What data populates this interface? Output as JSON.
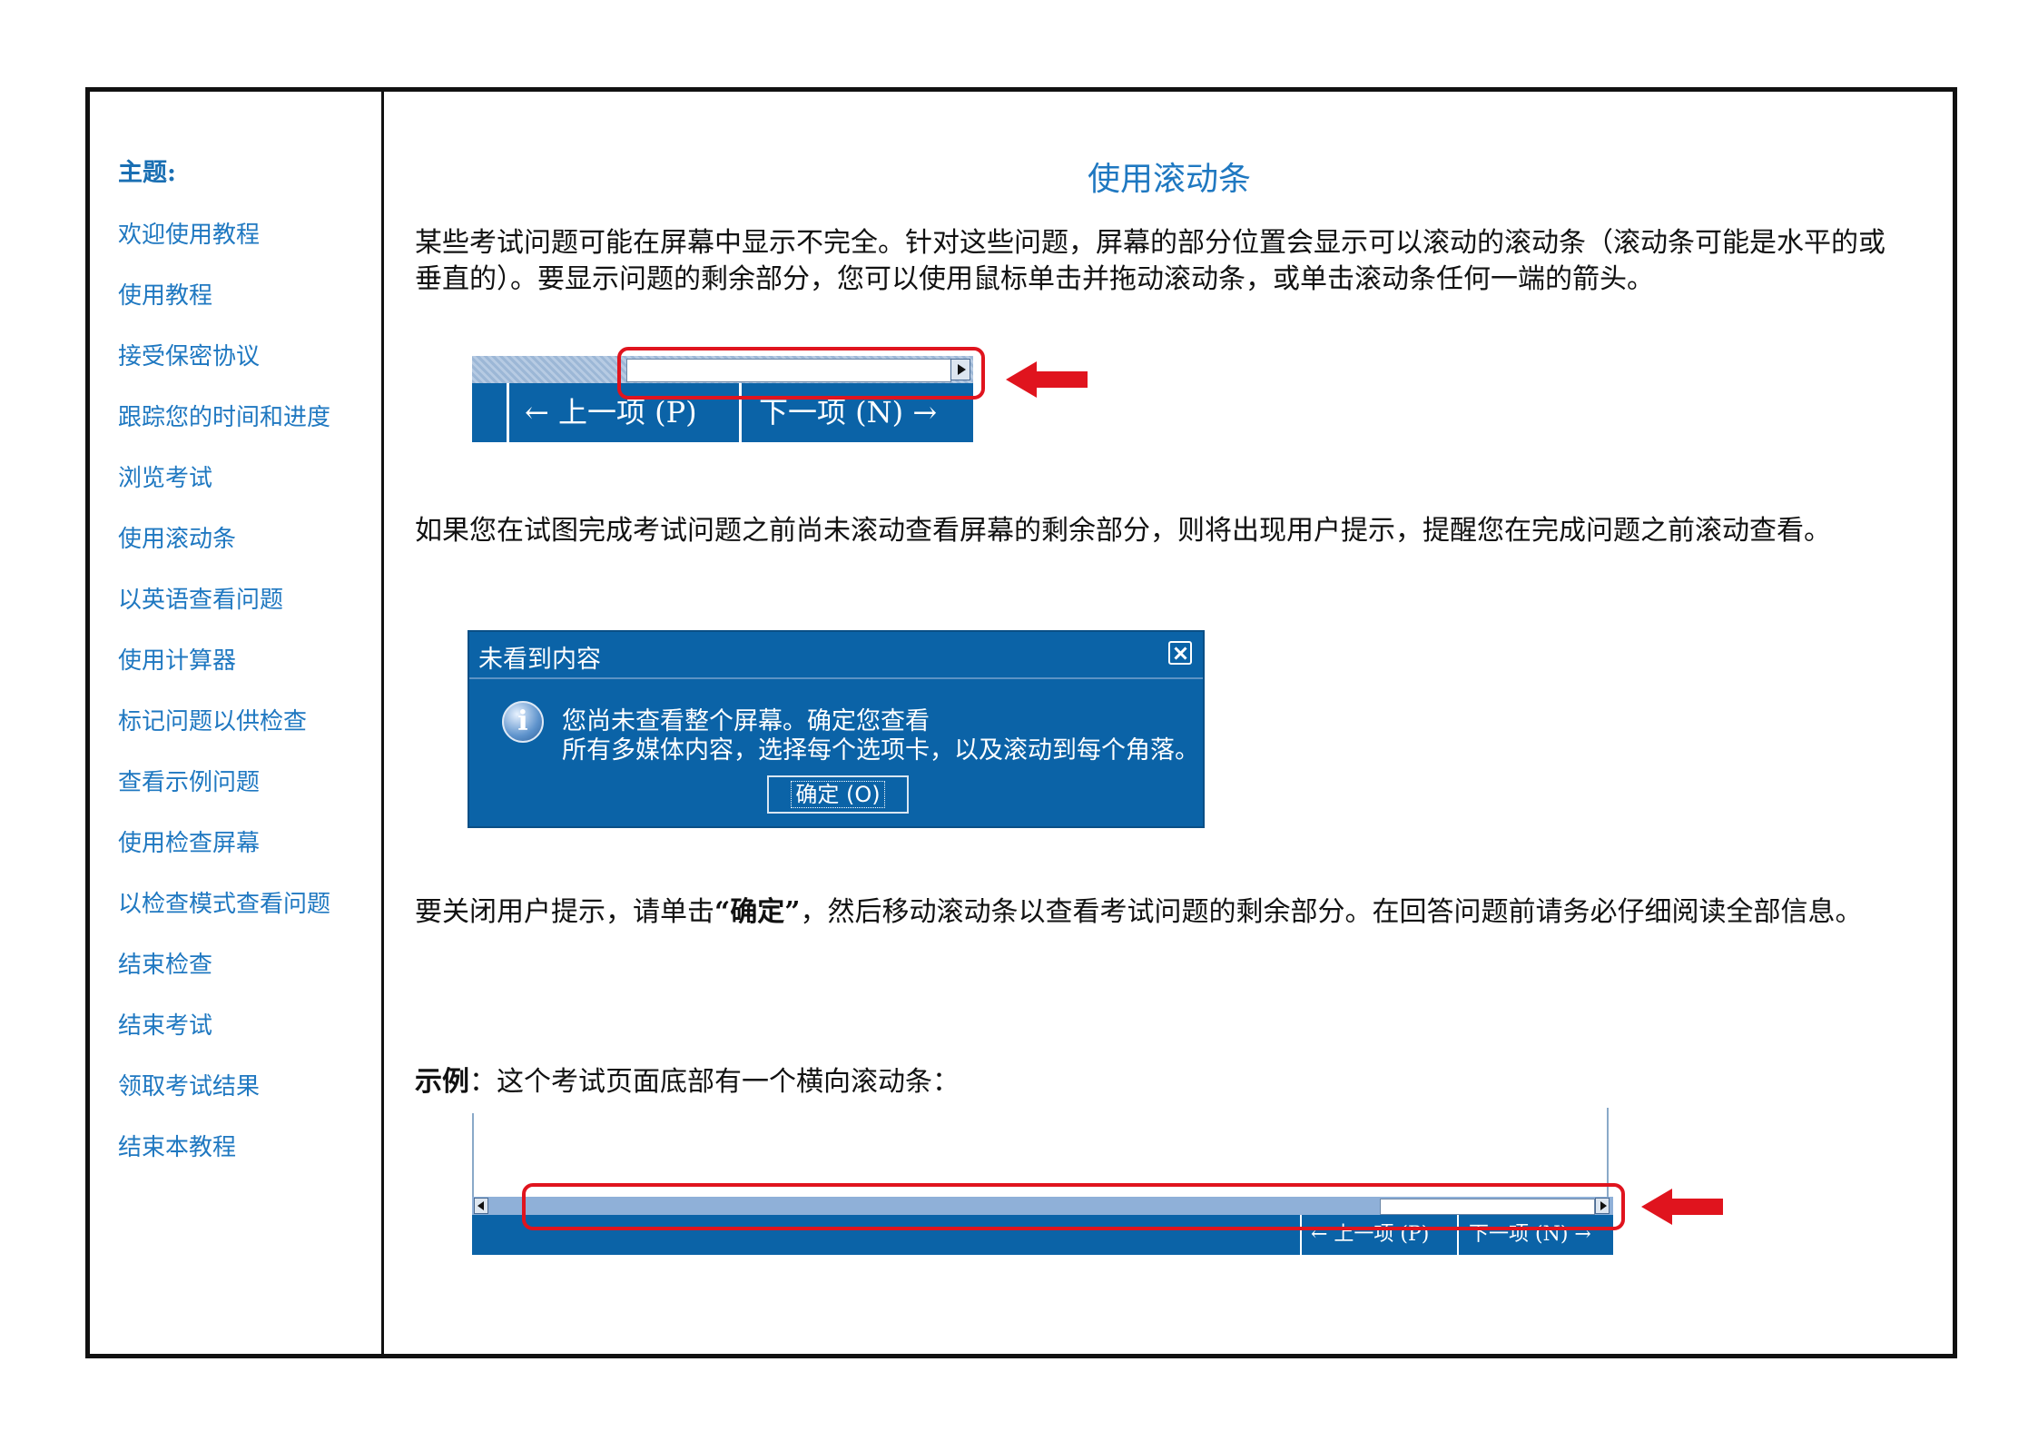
{
  "sidebar": {
    "title": "主题:",
    "items": [
      {
        "label": "欢迎使用教程"
      },
      {
        "label": "使用教程"
      },
      {
        "label": "接受保密协议"
      },
      {
        "label": "跟踪您的时间和进度"
      },
      {
        "label": "浏览考试"
      },
      {
        "label": "使用滚动条"
      },
      {
        "label": "以英语查看问题"
      },
      {
        "label": "使用计算器"
      },
      {
        "label": "标记问题以供检查"
      },
      {
        "label": "查看示例问题"
      },
      {
        "label": "使用检查屏幕"
      },
      {
        "label": "以检查模式查看问题"
      },
      {
        "label": "结束检查"
      },
      {
        "label": "结束考试"
      },
      {
        "label": "领取考试结果"
      },
      {
        "label": "结束本教程"
      }
    ]
  },
  "main": {
    "title": "使用滚动条",
    "para1": "某些考试问题可能在屏幕中显示不完全。针对这些问题，屏幕的部分位置会显示可以滚动的滚动条（滚动条可能是水平的或垂直的）。要显示问题的剩余部分，您可以使用鼠标单击并拖动滚动条，或单击滚动条任何一端的箭头。",
    "para2": "如果您在试图完成考试问题之前尚未滚动查看屏幕的剩余部分，则将出现用户提示，提醒您在完成问题之前滚动查看。",
    "para3_before": "要关闭用户提示，请单击",
    "para3_bold": "“确定”",
    "para3_after": "，然后移动滚动条以查看考试问题的剩余部分。在回答问题前请务必仔细阅读全部信息。",
    "example_bold": "示例",
    "example_text": "：这个考试页面底部有一个横向滚动条："
  },
  "scrollbar_example_1": {
    "prev_label": "← 上一项 (P)",
    "next_label": "下一项 (N) →"
  },
  "dialog": {
    "title": "未看到内容",
    "line1": "您尚未查看整个屏幕。确定您查看",
    "line2": "所有多媒体内容，选择每个选项卡，以及滚动到每个角落。",
    "ok_label": "确定 (O)"
  },
  "scrollbar_example_2": {
    "prev_label": "← 上一项 (P)",
    "next_label": "下一项 (N) →"
  },
  "colors": {
    "accent_blue": "#1f78c1",
    "ui_blue": "#0b63a7",
    "highlight_red": "#e0141e"
  },
  "icons": [
    "arrow-left-icon",
    "arrow-right-icon",
    "close-icon",
    "info-icon",
    "red-pointer-arrow-icon",
    "scroll-right-icon",
    "scroll-left-icon"
  ]
}
